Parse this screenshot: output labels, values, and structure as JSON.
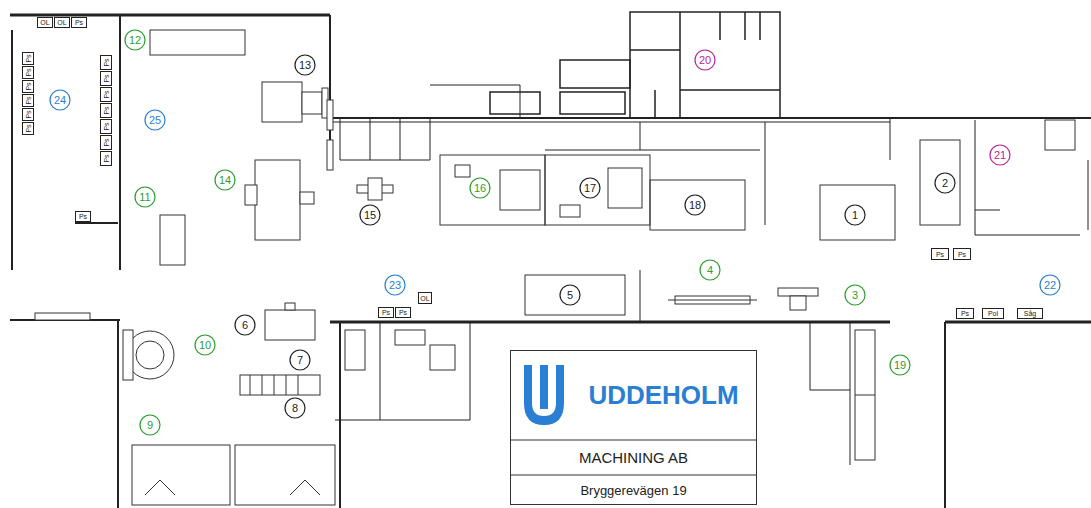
{
  "diagram": {
    "nodes": [
      {
        "text": [
          "OL"
        ]
      },
      {
        "text": [
          "OL"
        ]
      },
      {
        "text": [
          "Ps"
        ]
      },
      {
        "text": [
          "12"
        ]
      },
      {
        "text": [
          "20"
        ]
      },
      {
        "text": [
          "13"
        ]
      },
      {
        "text": [
          "Ps"
        ]
      },
      {
        "text": [
          "Ps"
        ]
      },
      {
        "text": [
          "Ps"
        ]
      },
      {
        "text": [
          "Ps"
        ]
      },
      {
        "text": [
          "Ps"
        ]
      },
      {
        "text": [
          "Ps"
        ]
      },
      {
        "text": [
          "Ps"
        ]
      },
      {
        "text": [
          "Ps"
        ]
      },
      {
        "text": [
          "Ps"
        ]
      },
      {
        "text": [
          "Ps"
        ]
      },
      {
        "text": [
          "Ps"
        ]
      },
      {
        "text": [
          "Ps"
        ]
      },
      {
        "text": [
          "Ps"
        ]
      },
      {
        "text": [
          "24"
        ]
      },
      {
        "text": [
          "25"
        ]
      },
      {
        "text": [
          "21"
        ]
      },
      {
        "text": [
          "2"
        ]
      },
      {
        "text": [
          "14"
        ]
      },
      {
        "text": [
          "16"
        ]
      },
      {
        "text": [
          "17"
        ]
      },
      {
        "text": [
          "11"
        ]
      },
      {
        "text": [
          "18"
        ]
      },
      {
        "text": [
          "1"
        ]
      },
      {
        "text": [
          "15"
        ]
      },
      {
        "text": [
          "Ps"
        ]
      },
      {
        "text": [
          "Ps"
        ]
      },
      {
        "text": [
          "Ps"
        ]
      },
      {
        "text": [
          "4"
        ]
      },
      {
        "text": [
          "23"
        ]
      },
      {
        "text": [
          "22"
        ]
      },
      {
        "text": [
          "3"
        ]
      },
      {
        "text": [
          "5"
        ]
      },
      {
        "text": [
          "OL"
        ]
      },
      {
        "text": [
          "Ps"
        ]
      },
      {
        "text": [
          "Ps"
        ]
      },
      {
        "text": [
          "Ps"
        ]
      },
      {
        "text": [
          "Pol"
        ]
      },
      {
        "text": [
          "Såg"
        ]
      },
      {
        "text": [
          "6"
        ]
      },
      {
        "text": [
          "10"
        ]
      },
      {
        "text": [
          "7"
        ]
      },
      {
        "text": [
          "19"
        ]
      },
      {
        "text": [
          "8"
        ]
      },
      {
        "text": [
          "9"
        ]
      },
      {
        "text": [
          "UDDEHOLM",
          "MACHINING AB",
          "Bryggerevägen 19"
        ]
      }
    ]
  }
}
